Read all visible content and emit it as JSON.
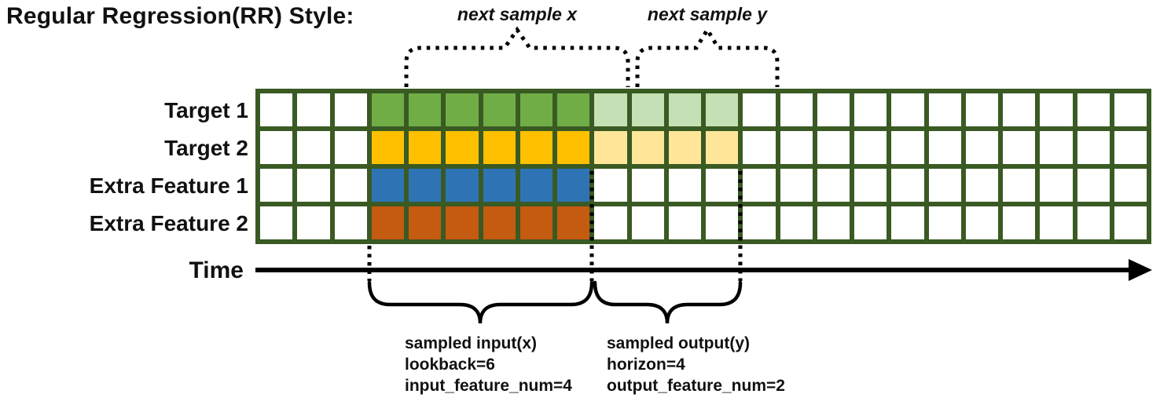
{
  "title": "Regular Regression(RR) Style:",
  "annotations": {
    "next_sample_x": "next sample x",
    "next_sample_y": "next sample y",
    "time_label": "Time",
    "input_block": [
      "sampled input(x)",
      "lookback=6",
      "input_feature_num=4"
    ],
    "output_block": [
      "sampled output(y)",
      "horizon=4",
      "output_feature_num=2"
    ]
  },
  "colors": {
    "grid_border": "#3A5A23",
    "target1_input": "#70AD47",
    "target1_output": "#C5E0B4",
    "target2_input": "#FFC000",
    "target2_output": "#FFE699",
    "extra1_input": "#2E74B5",
    "extra2_input": "#C55A11",
    "empty_cell": "#FFFFFF",
    "line": "#000000"
  },
  "grid": {
    "columns": 24,
    "input_start_col": 3,
    "lookback": 6,
    "horizon": 4,
    "input_feature_num": 4,
    "output_feature_num": 2,
    "rows": [
      {
        "label": "Target 1",
        "input_color": "#70AD47",
        "output_color": "#C5E0B4"
      },
      {
        "label": "Target 2",
        "input_color": "#FFC000",
        "output_color": "#FFE699"
      },
      {
        "label": "Extra Feature 1",
        "input_color": "#2E74B5",
        "output_color": null
      },
      {
        "label": "Extra Feature 2",
        "input_color": "#C55A11",
        "output_color": null
      }
    ]
  }
}
